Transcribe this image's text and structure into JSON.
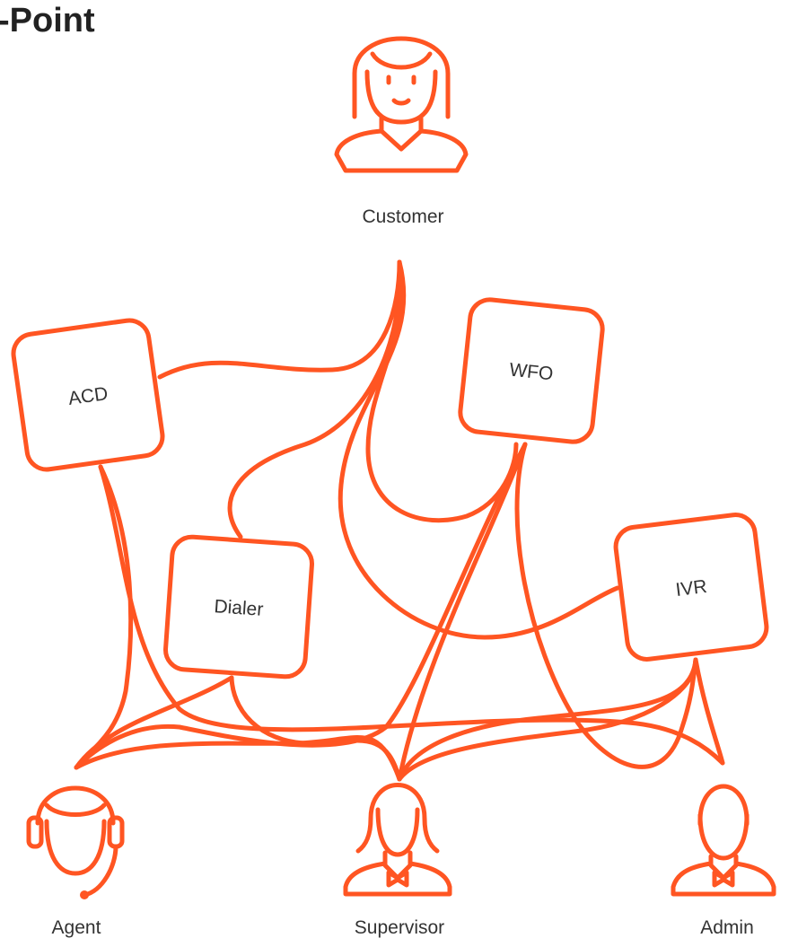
{
  "title": "-Point",
  "accent_color": "#FF5522",
  "people": {
    "customer": {
      "label": "Customer",
      "icon": "woman-icon"
    },
    "agent": {
      "label": "Agent",
      "icon": "headset-agent-icon"
    },
    "supervisor": {
      "label": "Supervisor",
      "icon": "woman-bowtie-icon"
    },
    "admin": {
      "label": "Admin",
      "icon": "man-bowtie-icon"
    }
  },
  "systems": {
    "acd": {
      "label": "ACD"
    },
    "wfo": {
      "label": "WFO"
    },
    "dialer": {
      "label": "Dialer"
    },
    "ivr": {
      "label": "IVR"
    }
  }
}
